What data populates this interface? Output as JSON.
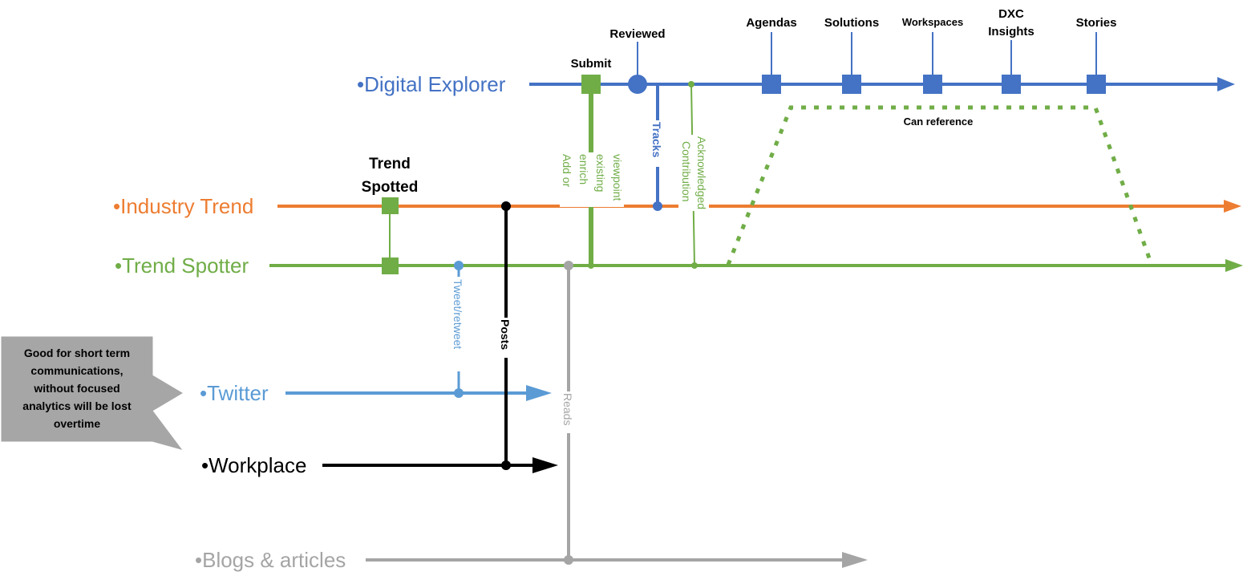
{
  "colors": {
    "digital_explorer": "#4472C4",
    "industry_trend": "#ED7D31",
    "trend_spotter": "#70AD47",
    "twitter": "#5B9BD5",
    "workplace": "#000000",
    "blogs": "#A5A5A5",
    "callout_fill": "#A6A6A6"
  },
  "lanes": {
    "digital_explorer": "•Digital Explorer",
    "industry_trend": "•Industry Trend",
    "trend_spotter": "•Trend Spotter",
    "twitter": "•Twitter",
    "workplace": "•Workplace",
    "blogs": "•Blogs & articles"
  },
  "milestones": {
    "submit": "Submit",
    "reviewed": "Reviewed",
    "agendas": "Agendas",
    "solutions": "Solutions",
    "workspaces": "Workspaces",
    "dxc_insights_line1": "DXC",
    "dxc_insights_line2": "Insights",
    "stories": "Stories",
    "trend_spotted_line1": "Trend",
    "trend_spotted_line2": "Spotted",
    "can_reference": "Can reference"
  },
  "connectors": {
    "add_enrich_line1": "Add or",
    "add_enrich_line2": "enrich",
    "add_enrich_line3": "existing",
    "add_enrich_line4": "viewpoint",
    "tracks": "Tracks",
    "contribution_line1": "Contribution",
    "contribution_line2": "Acknowledged",
    "tweet_retweet": "Tweet/retweet",
    "posts": "Posts",
    "reads": "Reads"
  },
  "callout": {
    "line1": "Good for short term",
    "line2": "communications,",
    "line3": "without focused",
    "line4": "analytics will be lost",
    "line5": "overtime"
  }
}
